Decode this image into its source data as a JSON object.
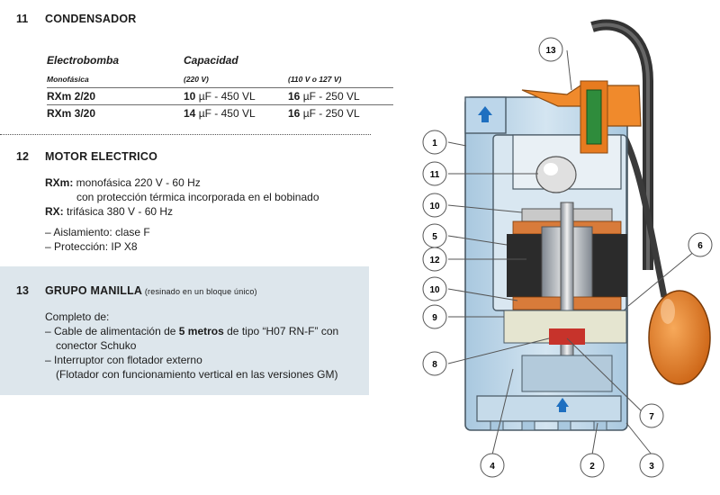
{
  "sec11": {
    "num": "11",
    "title": "CONDENSADOR",
    "col1_header": "Electrobomba",
    "col2_header": "Capacidad",
    "col1_sub": "Monofásica",
    "col2_sub": "(220 V)",
    "col3_sub": "(110 V o 127 V)",
    "rows": [
      {
        "model": "RXm 2/20",
        "c220_val": "10",
        "c220_unit": " µF - 450 VL",
        "c110_val": "16",
        "c110_unit": " µF - 250 VL"
      },
      {
        "model": "RXm 3/20",
        "c220_val": "14",
        "c220_unit": " µF - 450 VL",
        "c110_val": "16",
        "c110_unit": " µF - 250 VL"
      }
    ]
  },
  "sec12": {
    "num": "12",
    "title": "MOTOR ELECTRICO",
    "rxm_label": "RXm:",
    "rxm_line1": " monofásica 220 V - 60 Hz",
    "rxm_line2": "con protección térmica incorporada en el bobinado",
    "rx_label": "RX:",
    "rx_line": "  trifásica 380 V - 60 Hz",
    "bullet1": "– Aislamiento: clase F",
    "bullet2": "– Protección: IP X8"
  },
  "sec13": {
    "num": "13",
    "title": "GRUPO MANILLA",
    "note": " (resinado en un bloque único)",
    "intro": "Completo de:",
    "line1_pre": "– Cable de alimentación de ",
    "line1_bold": "5 metros",
    "line1_post": " de tipo “H07 RN-F” con",
    "line2": "conector Schuko",
    "line3": "– Interruptor con flotador externo",
    "line4": "(Flotador con funcionamiento vertical en las versiones GM)"
  },
  "diagram": {
    "callouts": [
      "13",
      "1",
      "11",
      "10",
      "5",
      "12",
      "10",
      "9",
      "8",
      "4",
      "2",
      "3",
      "7",
      "6"
    ],
    "colors": {
      "body_blue": "#bcd6ea",
      "outline": "#4a5a66",
      "handle_orange": "#f08a2c",
      "float_orange": "#e57a1c",
      "green": "#2f8c3c",
      "stator_dark": "#2b2b2b",
      "cable": "#3a3a3a"
    }
  }
}
